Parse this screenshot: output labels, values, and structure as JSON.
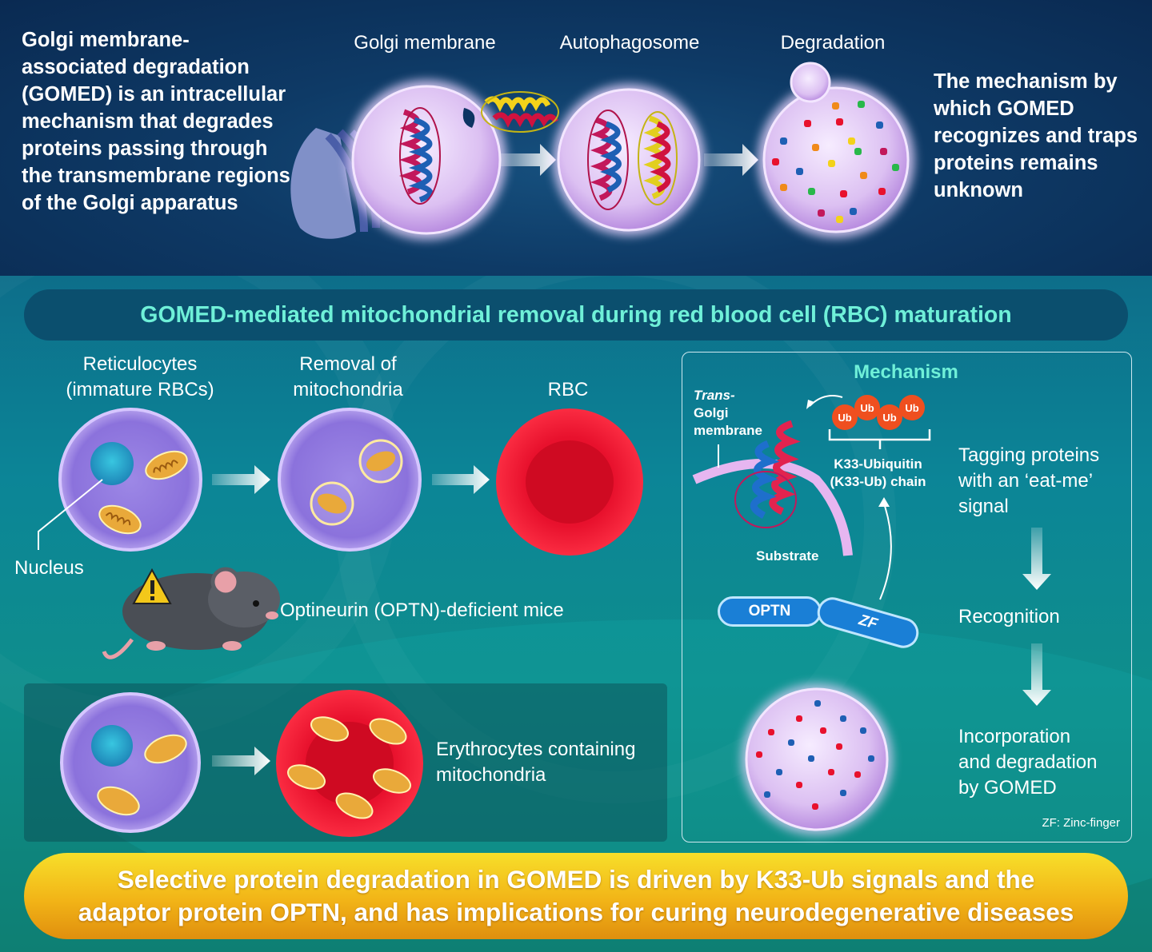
{
  "top": {
    "intro": "Golgi membrane-associated degradation (GOMED) is an intracellular mechanism that degrades proteins passing through the transmembrane regions of the Golgi apparatus",
    "steps": [
      "Golgi membrane",
      "Autophagosome",
      "Degradation"
    ],
    "unknown": "The mechanism by which GOMED recognizes and traps proteins remains unknown"
  },
  "mid_banner": "GOMED-mediated mitochondrial removal during red blood cell (RBC) maturation",
  "rbc": {
    "reticulocytes_1": "Reticulocytes",
    "reticulocytes_2": "(immature RBCs)",
    "removal_1": "Removal of",
    "removal_2": "mitochondria",
    "rbc": "RBC",
    "nucleus": "Nucleus",
    "mice": "Optineurin (OPTN)-deficient mice",
    "erythro_1": "Erythrocytes containing",
    "erythro_2": "mitochondria"
  },
  "mechanism": {
    "title": "Mechanism",
    "trans_1": "Trans-",
    "trans_2": "Golgi",
    "trans_3": "membrane",
    "ub": "Ub",
    "k33_1": "K33-Ubiquitin",
    "k33_2": "(K33-Ub) chain",
    "substrate": "Substrate",
    "optn": "OPTN",
    "zf": "ZF",
    "step1_1": "Tagging proteins",
    "step1_2": "with an ‘eat-me’",
    "step1_3": "signal",
    "step2": "Recognition",
    "step3_1": "Incorporation",
    "step3_2": "and degradation",
    "step3_3": "by GOMED",
    "footnote": "ZF: Zinc-finger"
  },
  "bottom_banner": {
    "line1": "Selective protein degradation in GOMED is driven by K33-Ub signals and the",
    "line2": "adaptor protein OPTN, and has implications for curing neurodegenerative diseases"
  },
  "colors": {
    "banner_text": "#6ff0d8",
    "top_bg": "#0a2a52",
    "rbc_red": "#e8112d",
    "vesicle": "#d9b8f0",
    "mitochondria": "#e9a93a",
    "ub_orange": "#ef4f1f"
  }
}
